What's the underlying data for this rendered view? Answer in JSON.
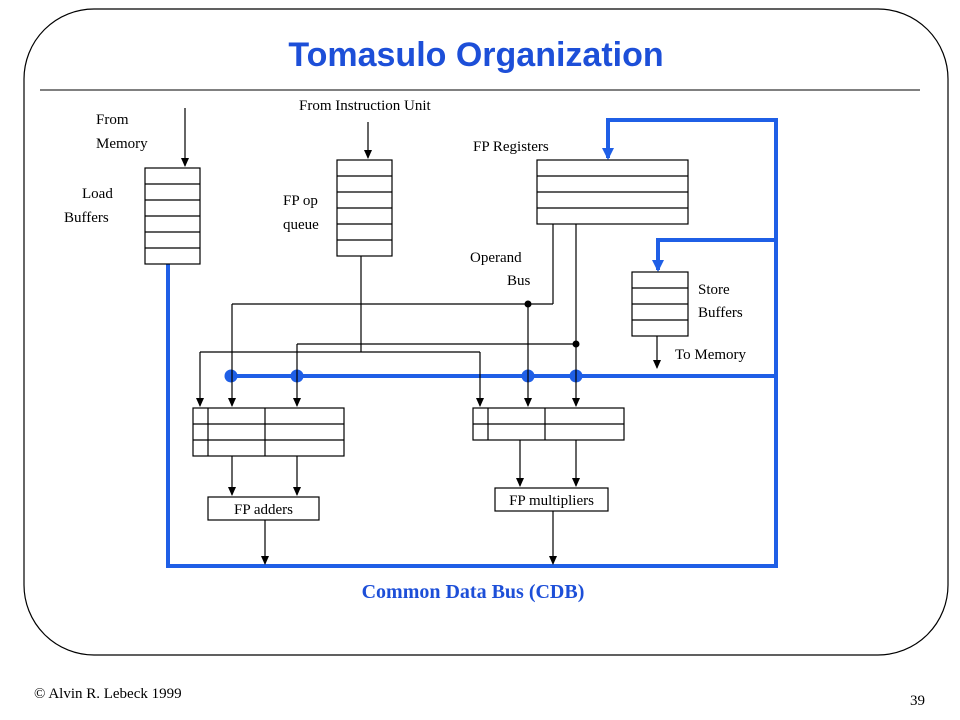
{
  "slide": {
    "title": "Tomasulo Organization",
    "footer_author": "© Alvin R. Lebeck 1999",
    "page_number": "39"
  },
  "labels": {
    "from_memory_1": "From",
    "from_memory_2": "Memory",
    "load_buffers_1": "Load",
    "load_buffers_2": "Buffers",
    "from_instruction_unit": "From Instruction Unit",
    "fp_op_queue_1": "FP op",
    "fp_op_queue_2": "queue",
    "fp_registers": "FP Registers",
    "operand_bus_1": "Operand",
    "operand_bus_2": "Bus",
    "store_buffers_1": "Store",
    "store_buffers_2": "Buffers",
    "to_memory": "To Memory",
    "fp_adders": "FP adders",
    "fp_multipliers": "FP multipliers",
    "common_data_bus": "Common Data Bus (CDB)"
  },
  "colors": {
    "title": "#1d4fd8",
    "cdb": "#1f5fe6",
    "lines": "#000000"
  }
}
